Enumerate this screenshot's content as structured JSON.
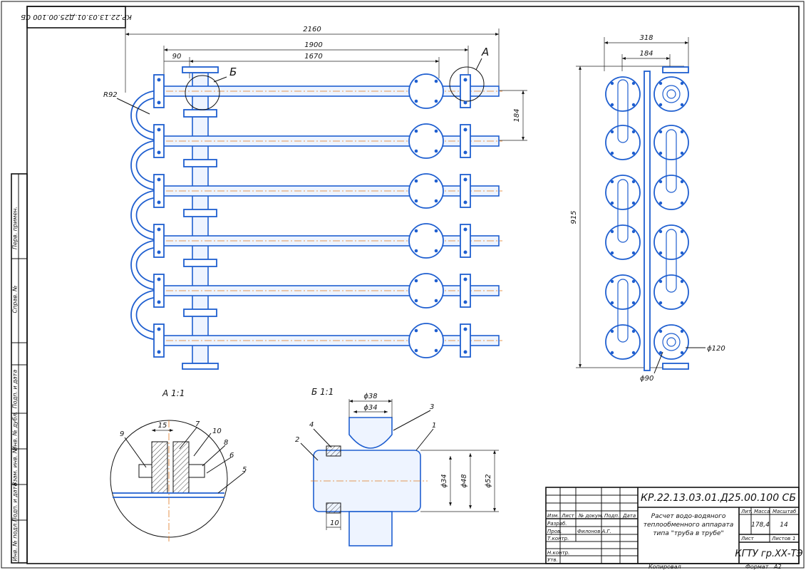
{
  "doc_code_rotated": "КР.22.13.03.01.Д25.00.100 СБ",
  "main_view": {
    "dims": {
      "d2160": "2160",
      "d1900": "1900",
      "d1670": "1670",
      "d90": "90",
      "d184": "184",
      "r92": "R92"
    },
    "callouts": {
      "a": "А",
      "b": "Б"
    }
  },
  "side_view": {
    "dims": {
      "d318": "318",
      "d184": "184",
      "d915": "915",
      "d120": "ϕ120",
      "d90": "ϕ90"
    }
  },
  "detail_a": {
    "title": "А 1:1",
    "dim15": "15",
    "positions": [
      "9",
      "7",
      "10",
      "8",
      "6",
      "5"
    ]
  },
  "detail_b": {
    "title": "Б 1:1",
    "d38top": "ϕ38",
    "d34top": "ϕ34",
    "d34": "ϕ34",
    "d48": "ϕ48",
    "d52": "ϕ52",
    "d10": "10",
    "positions": [
      "4",
      "3",
      "2",
      "1"
    ]
  },
  "side_strip": [
    "Перв. примен.",
    "Справ. №",
    "Подп. и дата",
    "Инв. № дубл.",
    "Взам. инв. №",
    "Подп. и дата",
    "Инв. № подл."
  ],
  "title_block": {
    "code": "КР.22.13.03.01.Д25.00.100 СБ",
    "description_line1": "Расчет водо-водяного",
    "description_line2": "теплообменного аппарата",
    "description_line3": "типа \"труба в трубе\"",
    "col_izm": "Изм.",
    "col_list": "Лист",
    "col_doc": "№ докум.",
    "col_sign": "Подп.",
    "col_date": "Дата",
    "row_razrab": "Разраб.",
    "row_prov": "Пров.",
    "row_tkontr": "Т.контр.",
    "row_nkontr": "Н.контр.",
    "row_utv": "Утв.",
    "developer": "Филонов А.Г.",
    "lit_label": "Лит.",
    "massa_label": "Масса",
    "masshtab_label": "Масштаб",
    "massa": "178,4",
    "masshtab": "14",
    "sheet_label": "Лист",
    "sheets_label": "Листов",
    "sheets": "1",
    "org": "КГТУ гр.ХХ-ТЭ",
    "copied": "Копировал",
    "format_label": "Формат",
    "format": "А2"
  }
}
